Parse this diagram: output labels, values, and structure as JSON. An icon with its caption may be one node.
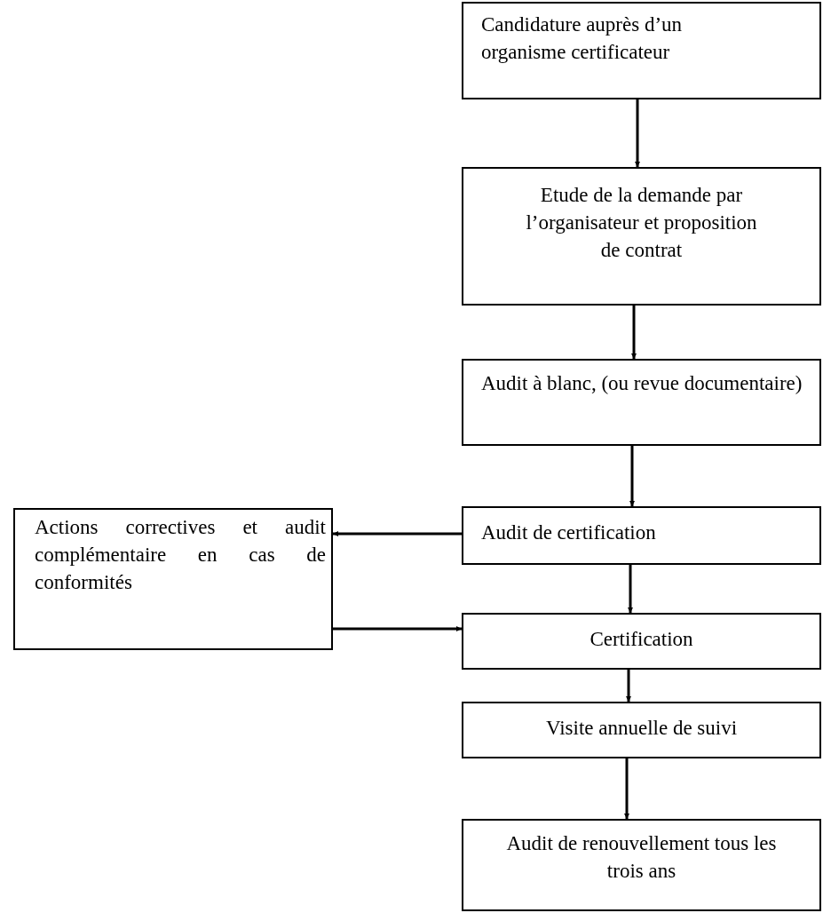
{
  "diagram": {
    "nodes": [
      {
        "text": [
          "Candidature auprès d’un organisme certificateur"
        ]
      },
      {
        "text": [
          "Etude de la demande par l’organisateur et proposition de contrat"
        ]
      },
      {
        "text": [
          "Audit à blanc, (ou revue documentaire)"
        ]
      },
      {
        "text": [
          "Audit de certification"
        ]
      },
      {
        "text": [
          "Actions correctives et audit complémentaire en cas de conformités"
        ]
      },
      {
        "text": [
          "Certification"
        ]
      },
      {
        "text": [
          "Visite annuelle de suivi"
        ]
      },
      {
        "text": [
          "Audit de renouvellement tous les trois ans"
        ]
      }
    ],
    "edges": [
      {
        "from": 0,
        "to": 1,
        "arrow": "to"
      },
      {
        "from": 1,
        "to": 2,
        "arrow": "to"
      },
      {
        "from": 2,
        "to": 3,
        "arrow": "to"
      },
      {
        "from": 3,
        "to": 4,
        "arrow": "to"
      },
      {
        "from": 4,
        "to": 5,
        "arrow": "to"
      },
      {
        "from": 3,
        "to": 5,
        "arrow": "to"
      },
      {
        "from": 5,
        "to": 6,
        "arrow": "to"
      },
      {
        "from": 6,
        "to": 7,
        "arrow": "to"
      }
    ]
  }
}
